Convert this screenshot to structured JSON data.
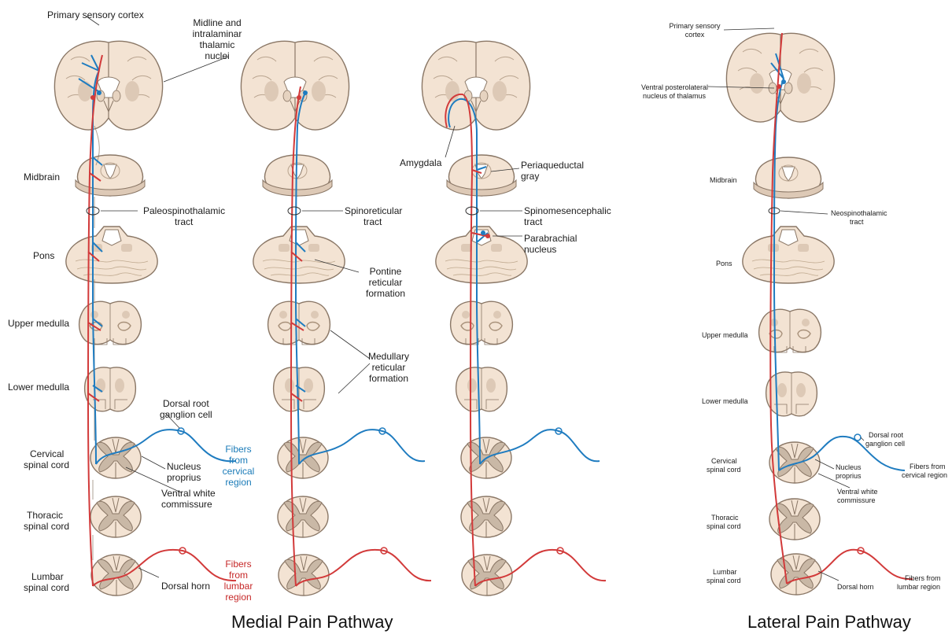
{
  "medial_panel": {
    "caption": "Medial Pain Pathway",
    "level_labels": {
      "primary_cortex": "Primary sensory cortex",
      "midbrain": "Midbrain",
      "pons": "Pons",
      "upper_medulla": "Upper medulla",
      "lower_medulla": "Lower medulla",
      "cervical_1": "Cervical",
      "cervical_2": "spinal cord",
      "thoracic_1": "Thoracic",
      "thoracic_2": "spinal cord",
      "lumbar_1": "Lumbar",
      "lumbar_2": "spinal cord"
    },
    "annotations": {
      "thalamic_1": "Midline and",
      "thalamic_2": "intralaminar",
      "thalamic_3": "thalamic",
      "thalamic_4": "nuclei",
      "paleo_1": "Paleospinothalamic",
      "paleo_2": "tract",
      "spinoret_1": "Spinoreticular",
      "spinoret_2": "tract",
      "spinomes_1": "Spinomesencephalic",
      "spinomes_2": "tract",
      "amygdala": "Amygdala",
      "pag_1": "Periaqueductal",
      "pag_2": "gray",
      "parabrachial_1": "Parabrachial",
      "parabrachial_2": "nucleus",
      "pontine_1": "Pontine",
      "pontine_2": "reticular",
      "pontine_3": "formation",
      "medullary_1": "Medullary",
      "medullary_2": "reticular",
      "medullary_3": "formation",
      "drg_1": "Dorsal root",
      "drg_2": "ganglion cell",
      "nucleus_1": "Nucleus",
      "nucleus_2": "proprius",
      "vwc_1": "Ventral white",
      "vwc_2": "commissure",
      "dorsal_horn": "Dorsal horn",
      "cerv_fibers_1": "Fibers",
      "cerv_fibers_2": "from",
      "cerv_fibers_3": "cervical",
      "cerv_fibers_4": "region",
      "lumb_fibers_1": "Fibers",
      "lumb_fibers_2": "from",
      "lumb_fibers_3": "lumbar",
      "lumb_fibers_4": "region"
    }
  },
  "lateral_panel": {
    "caption": "Lateral Pain Pathway",
    "level_labels": {
      "primary_cortex_1": "Primary sensory",
      "primary_cortex_2": "cortex",
      "vpl_1": "Ventral posterolateral",
      "vpl_2": "nucleus of thalamus",
      "midbrain": "Midbrain",
      "neo_1": "Neospinothalamic",
      "neo_2": "tract",
      "pons": "Pons",
      "upper_medulla": "Upper medulla",
      "lower_medulla": "Lower medulla",
      "cervical_1": "Cervical",
      "cervical_2": "spinal cord",
      "thoracic_1": "Thoracic",
      "thoracic_2": "spinal cord",
      "lumbar_1": "Lumbar",
      "lumbar_2": "spinal cord",
      "drg_1": "Dorsal root",
      "drg_2": "ganglion cell",
      "nucleus_1": "Nucleus",
      "nucleus_2": "proprius",
      "vwc_1": "Ventral white",
      "vwc_2": "commissure",
      "dorsal_horn": "Dorsal horn",
      "cerv_fibers_1": "Fibers from",
      "cerv_fibers_2": "cervical region",
      "lumb_fibers_1": "Fibers from",
      "lumb_fibers_2": "lumbar region"
    }
  },
  "colors": {
    "tissue": "#f3e3d3",
    "tissue_stroke": "#8a7766",
    "gray_matter": "#c9b8a6",
    "blue_fiber": "#1f7cc0",
    "red_fiber": "#d23a3a"
  }
}
